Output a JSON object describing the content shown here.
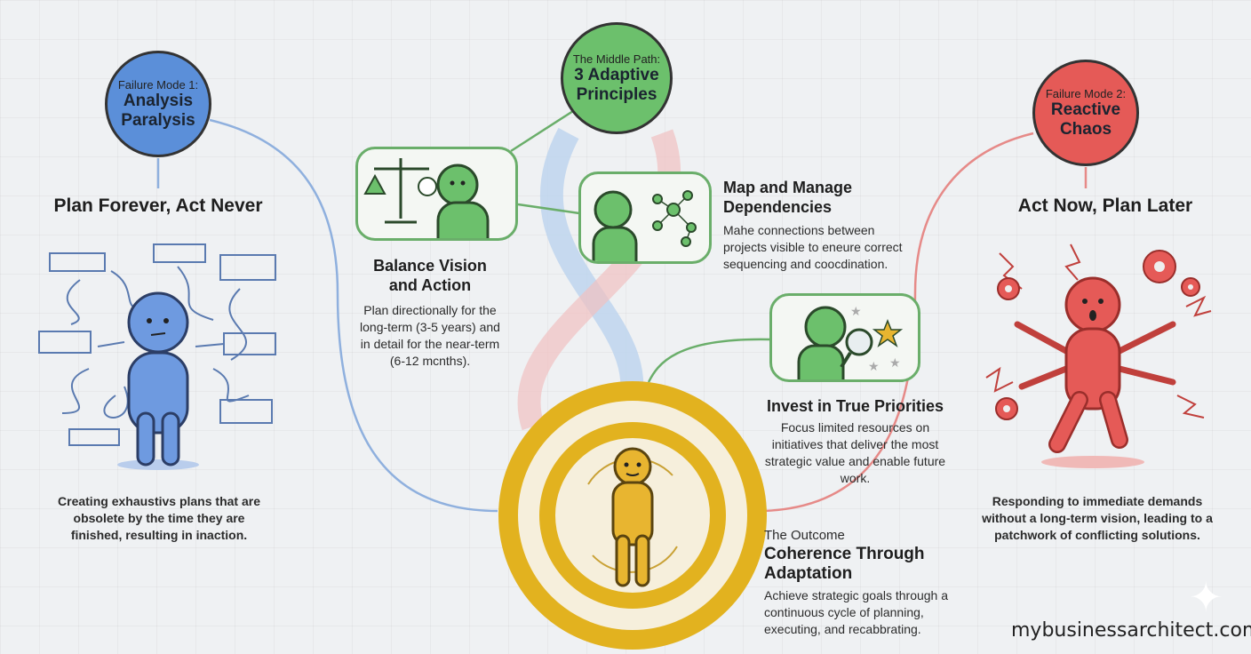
{
  "failure_mode_1": {
    "label": "Failure Mode 1:",
    "name": "Analysis Paralysis",
    "heading": "Plan Forever, Act Never",
    "caption": "Creating exhaustivs plans that are obsolete by the time they are finished, resulting in inaction.",
    "color": "#5b8fd9"
  },
  "middle_path": {
    "label": "The Middle Path:",
    "name": "3 Adaptive Principles",
    "color": "#6cc06c"
  },
  "failure_mode_2": {
    "label": "Failure Mode 2:",
    "name": "Reactive Chaos",
    "heading": "Act Now, Plan Later",
    "caption": "Responding to immediate demands without a long-term vision, leading to a patchwork of conflicting solutions.",
    "color": "#e55a57"
  },
  "principles": [
    {
      "title": "Balance Vision and Action",
      "body": "Plan directionally for the long-term (3-5 years) and in detail for the near-term (6-12 mcnths)."
    },
    {
      "title": "Map and Manage Dependencies",
      "body": "Mahe connections between projects visible to eneure correct sequencing and coocdination."
    },
    {
      "title": "Invest in True Priorities",
      "body": "Focus limited resources on initiatives that deliver the most strategic value and enable future work."
    }
  ],
  "outcome": {
    "label": "The Outcome",
    "title": "Coherence Through Adaptation",
    "body": "Achieve strategic goals through a continuous cycle of planning, executing, and recabbrating.",
    "color": "#e2b21f"
  },
  "watermark": "mybusinessarchitect.com"
}
